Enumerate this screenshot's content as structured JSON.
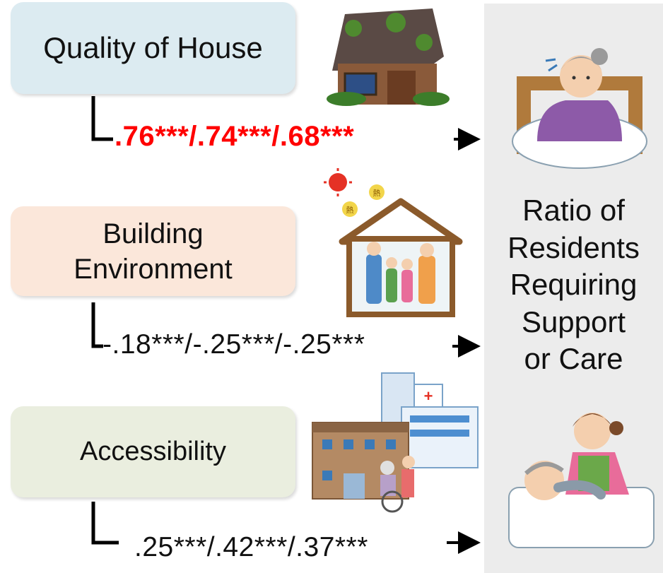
{
  "predictors": {
    "quality": "Quality of House",
    "building": "Building\nEnvironment",
    "accessibility": "Accessibility"
  },
  "outcome": "Ratio of\nResidents\nRequiring\nSupport\nor Care",
  "coefficients": {
    "quality": ".76***/.74***/.68***",
    "building": "-.18***/-.25***/-.25***",
    "accessibility": ".25***/.42***/.37***"
  },
  "colors": {
    "quality_box": "#dcebf1",
    "building_box": "#fbe7da",
    "access_box": "#eaeedf",
    "highlight": "#ff0000"
  },
  "icons": [
    "ruined-house-illustration",
    "family-in-hot-house-illustration",
    "hospital-wheelchair-illustration",
    "worried-elderly-woman-illustration",
    "caregiver-with-elderly-man-illustration"
  ],
  "icon_text": {
    "heat_label": "熱"
  }
}
